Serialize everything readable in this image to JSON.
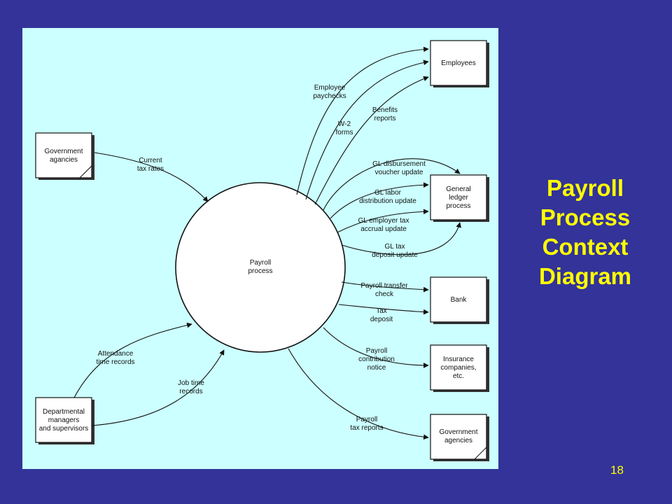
{
  "slide": {
    "title_lines": [
      "Payroll",
      "Process",
      "Context",
      "Diagram"
    ],
    "page_number": "18",
    "colors": {
      "background": "#333399",
      "panel": "#ccffff",
      "title": "#ffff00",
      "line": "#111111"
    }
  },
  "diagram": {
    "process": {
      "lines": [
        "Payroll",
        "process"
      ]
    },
    "entities": {
      "gov_source": [
        "Government",
        "agancies"
      ],
      "departmental": [
        "Departmental",
        "managers",
        "and supervisors"
      ],
      "employees": [
        "Employees"
      ],
      "general_ledger": [
        "General",
        "ledger",
        "process"
      ],
      "bank": [
        "Bank"
      ],
      "insurance": [
        "Insurance",
        "companies,",
        "etc."
      ],
      "gov_sink": [
        "Government",
        "agencies"
      ]
    },
    "flows": {
      "current_tax_rates": [
        "Current",
        "tax rates"
      ],
      "attendance": [
        "Attendance",
        "time records"
      ],
      "job_time": [
        "Job time",
        "records"
      ],
      "employee_paychecks": [
        "Employee",
        "paychecks"
      ],
      "w2_forms": [
        "W-2",
        "forms"
      ],
      "benefits_reports": [
        "Benefits",
        "reports"
      ],
      "gl_disbursement": [
        "GL disbursement",
        "voucher update"
      ],
      "gl_labor": [
        "GL labor",
        "distribution update"
      ],
      "gl_employer_tax": [
        "GL employer tax",
        "accrual update"
      ],
      "gl_tax_deposit": [
        "GL tax",
        "deposit update"
      ],
      "payroll_transfer": [
        "Payroll transfer",
        "check"
      ],
      "tax_deposit": [
        "Tax",
        "deposit"
      ],
      "payroll_contribution": [
        "Payroll",
        "contribution",
        "notice"
      ],
      "payroll_tax_reports": [
        "Payroll",
        "tax reports"
      ]
    }
  }
}
